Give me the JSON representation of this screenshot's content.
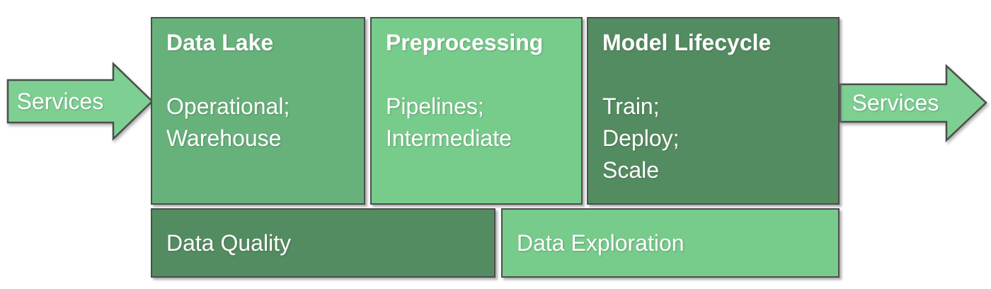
{
  "colors": {
    "box_medium_green": "#67b27a",
    "box_light_green": "#77cc8b",
    "box_dark_green": "#538c60",
    "arrow_fill": "#7dd092",
    "outline": "#4d4d4d",
    "text": "#ffffff",
    "background": "#ffffff"
  },
  "arrows": {
    "left": {
      "label": "Services"
    },
    "right": {
      "label": "Services"
    }
  },
  "boxes": {
    "data_lake": {
      "title": "Data Lake",
      "lines": [
        "Operational;",
        "Warehouse"
      ]
    },
    "preprocessing": {
      "title": "Preprocessing",
      "lines": [
        "Pipelines;",
        "Intermediate"
      ]
    },
    "model_lifecycle": {
      "title": "Model Lifecycle",
      "lines": [
        "Train;",
        "Deploy;",
        "Scale"
      ]
    },
    "data_quality": {
      "label": "Data Quality"
    },
    "data_exploration": {
      "label": "Data Exploration"
    }
  }
}
